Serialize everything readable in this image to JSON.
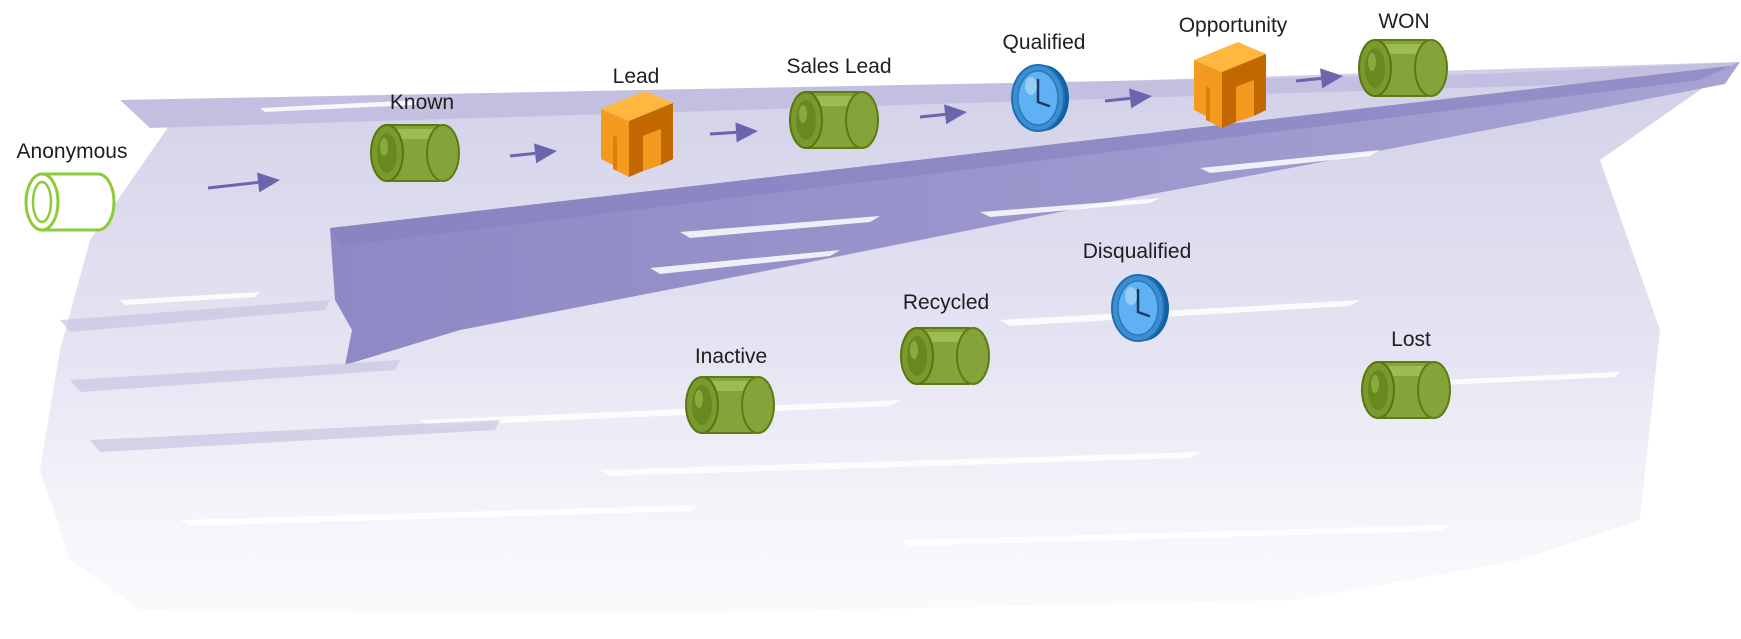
{
  "diagram": {
    "colors": {
      "band_light": "#d6d4ea",
      "band_main": "#9b97cc",
      "band_dark": "#8580c0",
      "arrow": "#6c64ad",
      "cylinder": "#84a43a",
      "cylinder_hollow": "#8ccc3c",
      "gate": "#f39a1f",
      "clock": "#3d8ed0"
    },
    "nodes": [
      {
        "id": "anonymous",
        "label": "Anonymous",
        "icon": "hollow-cylinder-icon"
      },
      {
        "id": "known",
        "label": "Known",
        "icon": "cylinder-icon"
      },
      {
        "id": "lead",
        "label": "Lead",
        "icon": "gate-icon"
      },
      {
        "id": "sales-lead",
        "label": "Sales Lead",
        "icon": "cylinder-icon"
      },
      {
        "id": "qualified",
        "label": "Qualified",
        "icon": "clock-icon"
      },
      {
        "id": "opportunity",
        "label": "Opportunity",
        "icon": "gate-icon"
      },
      {
        "id": "won",
        "label": "WON",
        "icon": "cylinder-icon"
      },
      {
        "id": "inactive",
        "label": "Inactive",
        "icon": "cylinder-icon"
      },
      {
        "id": "recycled",
        "label": "Recycled",
        "icon": "cylinder-icon"
      },
      {
        "id": "disqualified",
        "label": "Disqualified",
        "icon": "clock-icon"
      },
      {
        "id": "lost",
        "label": "Lost",
        "icon": "cylinder-icon"
      }
    ],
    "flow": [
      {
        "from": "anonymous",
        "to": "known"
      },
      {
        "from": "known",
        "to": "lead"
      },
      {
        "from": "lead",
        "to": "sales-lead"
      },
      {
        "from": "sales-lead",
        "to": "qualified"
      },
      {
        "from": "qualified",
        "to": "opportunity"
      },
      {
        "from": "opportunity",
        "to": "won"
      }
    ]
  }
}
